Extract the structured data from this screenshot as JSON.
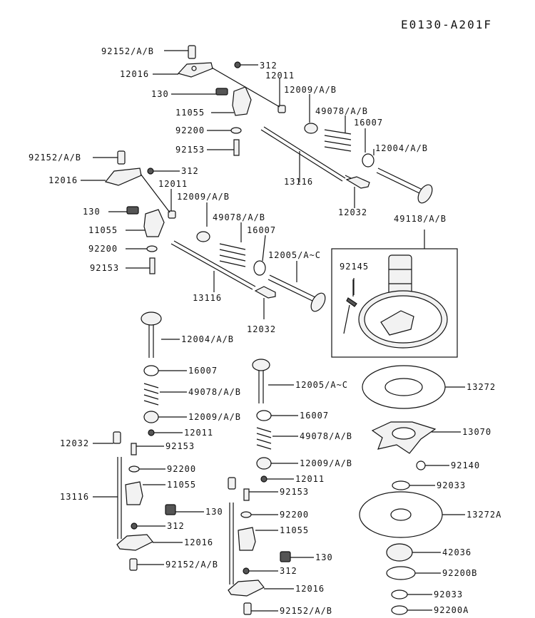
{
  "diagram_code": "E0130-A201F",
  "labels": {
    "p92152_a": "92152/A/B",
    "p12016_a": "12016",
    "p312_a": "312",
    "p12011_a": "12011",
    "p130_a": "130",
    "p12009_a": "12009/A/B",
    "p11055_a": "11055",
    "p49078_a": "49078/A/B",
    "p16007_a": "16007",
    "p92200_a": "92200",
    "p12004_a": "12004/A/B",
    "p92153_a": "92153",
    "p13116_a": "13116",
    "p12032_a": "12032",
    "p92152_b": "92152/A/B",
    "p312_b": "312",
    "p12016_b": "12016",
    "p12011_b": "12011",
    "p12009_b": "12009/A/B",
    "p130_b": "130",
    "p49078_b": "49078/A/B",
    "p49118": "49118/A/B",
    "p11055_b": "11055",
    "p16007_b": "16007",
    "p92200_b": "92200",
    "p12005_b": "12005/A~C",
    "p92145": "92145",
    "p92153_b": "92153",
    "p13116_b": "13116",
    "p12032_b": "12032",
    "p12004_c": "12004/A/B",
    "p16007_c": "16007",
    "p12005_c": "12005/A~C",
    "p13272": "13272",
    "p49078_c": "49078/A/B",
    "p16007_d": "16007",
    "p12009_c": "12009/A/B",
    "p12011_c": "12011",
    "p13070": "13070",
    "p49078_d": "49078/A/B",
    "p12032_c": "12032",
    "p92153_c": "92153",
    "p92200_c": "92200",
    "p92140": "92140",
    "p12009_d": "12009/A/B",
    "p11055_c": "11055",
    "p12011_d": "12011",
    "p13116_c": "13116",
    "p92033_a": "92033",
    "p130_c": "130",
    "p92153_d": "92153",
    "p312_c": "312",
    "p92200_d": "92200",
    "p13272a": "13272A",
    "p12016_c": "12016",
    "p11055_d": "11055",
    "p92152_c": "92152/A/B",
    "p42036": "42036",
    "p130_d": "130",
    "p312_d": "312",
    "p92200b": "92200B",
    "p12016_d": "12016",
    "p92033_b": "92033",
    "p92152_d": "92152/A/B",
    "p92200a": "92200A"
  }
}
